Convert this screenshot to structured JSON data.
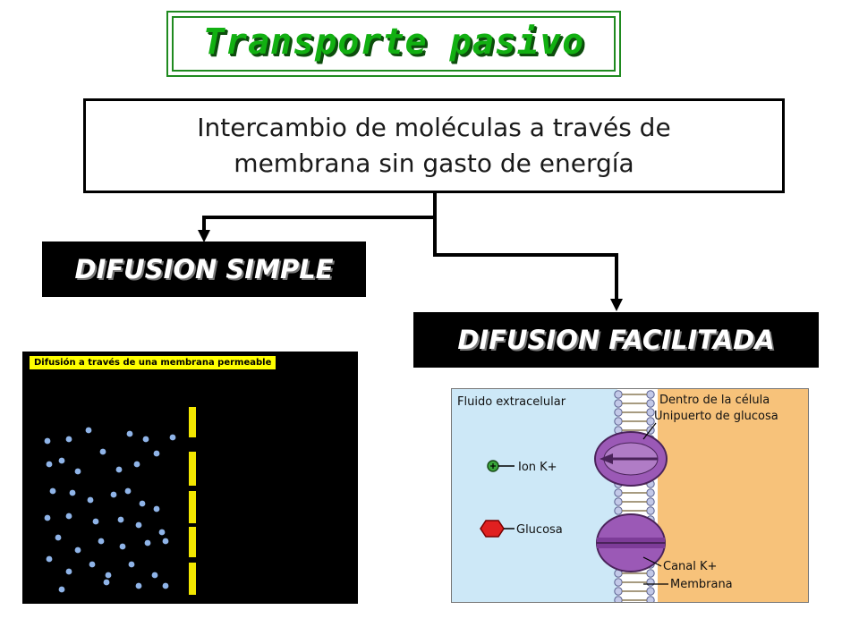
{
  "title": "Transporte pasivo",
  "definition": "Intercambio de moléculas a través de membrana sin gasto de energía",
  "categories": {
    "simple": "DIFUSION SIMPLE",
    "facilitated": "DIFUSION FACILITADA"
  },
  "simple_panel": {
    "caption": "Difusión a través de una membrana permeable"
  },
  "facilitated_panel": {
    "extracellular": "Fluido extracelular",
    "inside": "Dentro de la célula",
    "uniporter": "Unipuerto de glucosa",
    "ion": "Ion K+",
    "glucose": "Glucosa",
    "channel": "Canal K+",
    "membrane": "Membrana"
  },
  "colors": {
    "title_green": "#12b012",
    "extracellular_fill": "#cde8f7",
    "intracellular_fill": "#f7c27a",
    "protein_purple": "#9b59b6",
    "molecule_blue": "#8fb4e8",
    "channel_yellow": "#f2e600",
    "glucose_red": "#e02020",
    "ion_green": "#3aa63a"
  }
}
